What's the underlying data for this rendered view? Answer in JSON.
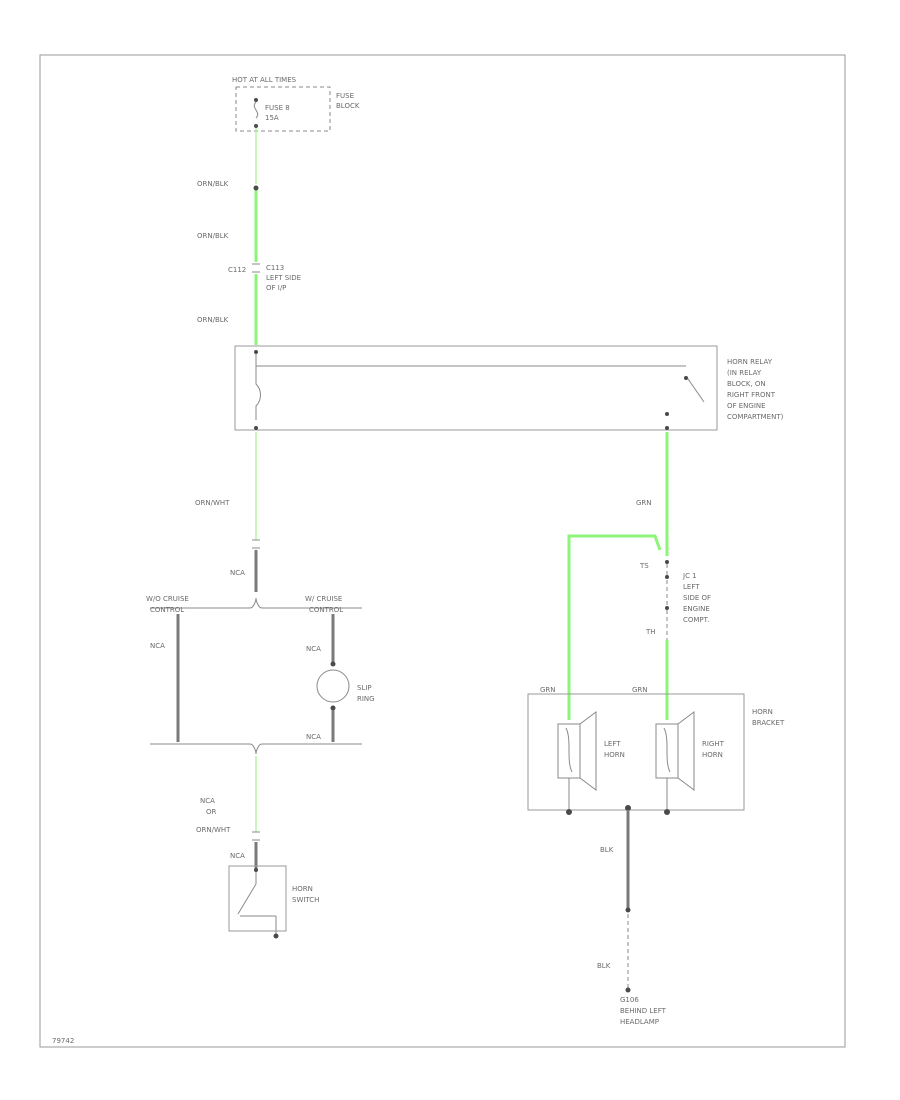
{
  "labels": {
    "fuse_hot": "HOT AT ALL TIMES",
    "fuse_block": [
      "FUSE",
      "BLOCK"
    ],
    "fuse_rating": [
      "FUSE 8",
      "15A"
    ],
    "wire_org_blk_1": "ORN/BLK",
    "wire_org_blk_2": "ORN/BLK",
    "connector_c112": "C112",
    "connector_c112_desc": [
      "C113",
      "LEFT SIDE",
      "OF I/P"
    ],
    "wire_org_blk_3": "ORN/BLK",
    "horn_relay": [
      "HORN RELAY",
      "(IN RELAY",
      "BLOCK, ON",
      "RIGHT FRONT",
      "OF ENGINE",
      "COMPARTMENT)"
    ],
    "wire_orn_wht": "ORN/WHT",
    "wire_nca_1": "NCA",
    "no_cruise": [
      "W/O CRUISE",
      "CONTROL"
    ],
    "with_cruise": [
      "W/ CRUISE",
      "CONTROL"
    ],
    "wire_nca_2": "NCA",
    "wire_nca_3": "NCA",
    "slip_ring": [
      "SLIP",
      "RING"
    ],
    "wire_nca_4": "NCA",
    "wire_nca_or": [
      "NCA",
      "OR",
      "ORN/WHT"
    ],
    "wire_nca_5": "NCA",
    "horn_switch": [
      "HORN",
      "SWITCH"
    ],
    "wire_grn_1": "GRN",
    "jc1_top": "TS",
    "jc1": [
      "JC 1",
      "LEFT",
      "SIDE OF",
      "ENGINE",
      "COMPT."
    ],
    "jc1_bottom": "TH",
    "wire_grn_left": "GRN",
    "wire_grn_right": "GRN",
    "horn_bracket": [
      "HORN",
      "BRACKET"
    ],
    "left_horn": [
      "LEFT",
      "HORN"
    ],
    "right_horn": [
      "RIGHT",
      "HORN"
    ],
    "wire_blk_1": "BLK",
    "wire_blk_2": "BLK",
    "ground": [
      "G106",
      "BEHIND LEFT",
      "HEADLAMP"
    ],
    "figure_id": "79742"
  },
  "colors": {
    "wire_grn": "#8cf57a",
    "wire_blk": "#7a7a7a"
  }
}
